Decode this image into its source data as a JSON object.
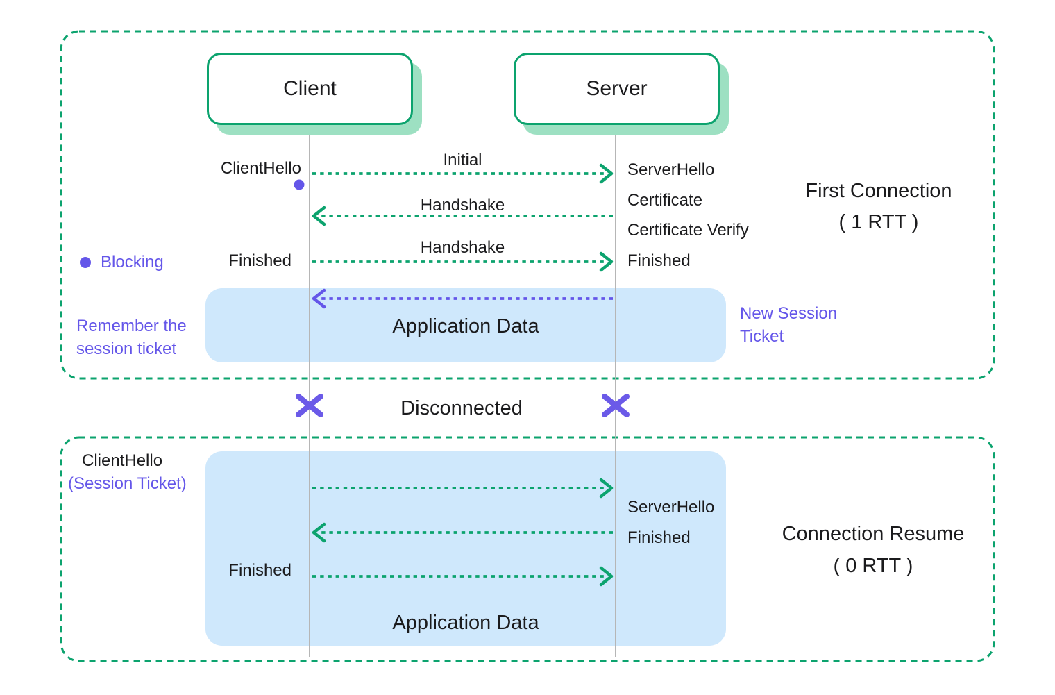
{
  "colors": {
    "green": "#0ca36e",
    "mint_shadow": "#9de0c2",
    "light_blue": "#cfe8fc",
    "purple": "#6456e9",
    "lifeline_gray": "#b6b6b6",
    "text_dark": "#1b1b1d"
  },
  "actors": {
    "client": "Client",
    "server": "Server"
  },
  "legend": {
    "blocking": "Blocking"
  },
  "first_connection": {
    "title": "First Connection",
    "rtt": "( 1 RTT )",
    "client_hello": "ClientHello",
    "arrow_initial": "Initial",
    "arrow_handshake_1": "Handshake",
    "arrow_handshake_2": "Handshake",
    "server_labels": [
      "ServerHello",
      "Certificate",
      "Certificate Verify",
      "Finished"
    ],
    "finished_client": "Finished",
    "application_data": "Application Data",
    "remember_line1": "Remember the",
    "remember_line2": "session ticket",
    "new_session_line1": "New Session",
    "new_session_line2": "Ticket"
  },
  "disconnected_label": "Disconnected",
  "connection_resume": {
    "title": "Connection Resume",
    "rtt": "( 0 RTT )",
    "client_hello": "ClientHello",
    "session_ticket": "(Session Ticket)",
    "server_hello": "ServerHello",
    "finished_server": "Finished",
    "finished_client": "Finished",
    "application_data": "Application Data"
  }
}
